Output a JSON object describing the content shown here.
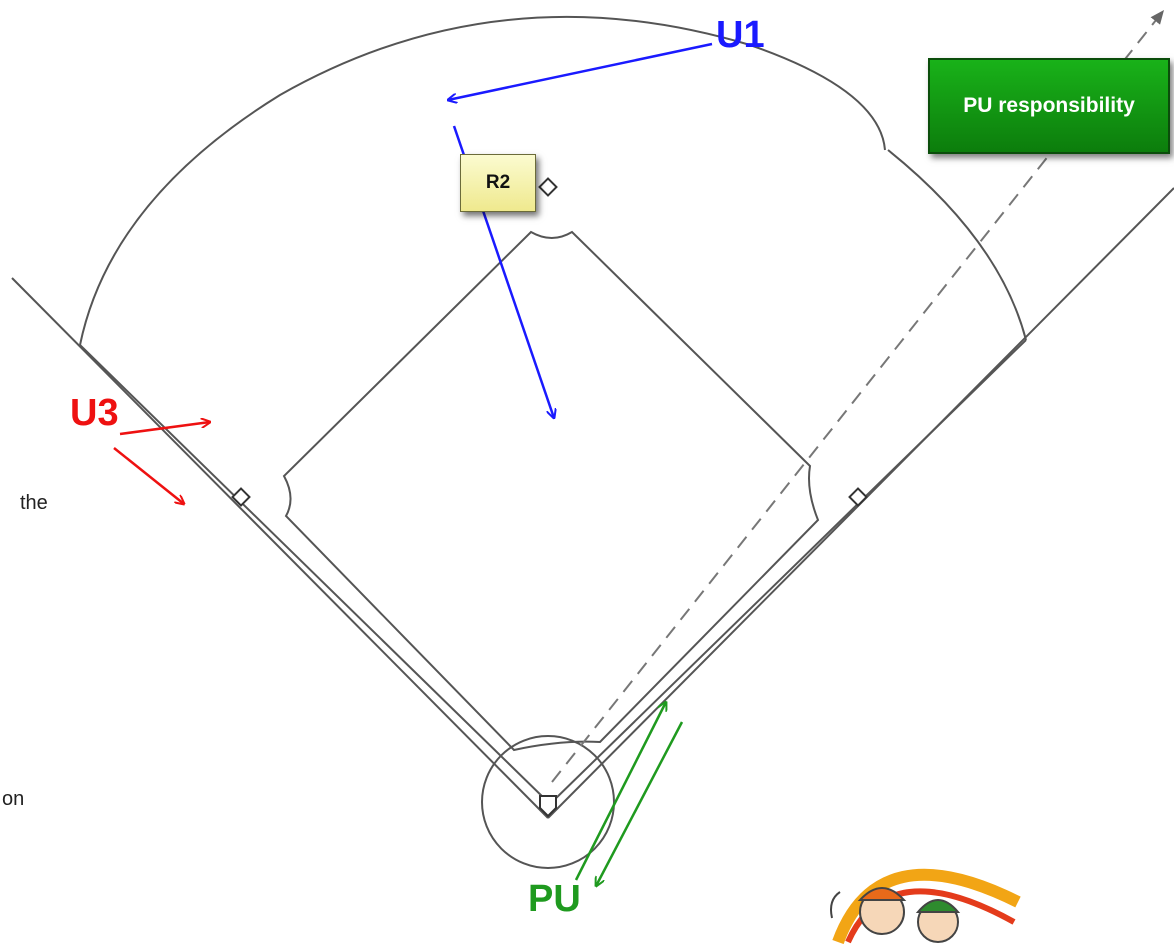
{
  "labels": {
    "u1": "U1",
    "u3": "U3",
    "pu": "PU",
    "r2": "R2",
    "pu_responsibility": "PU responsibility"
  },
  "fragments": {
    "the": "the",
    "on": "on"
  },
  "colors": {
    "u1": "#1a1aff",
    "u3": "#ee1111",
    "pu": "#1f9a1f",
    "field_lines": "#555555",
    "dashed_line": "#777777",
    "r2_box": "#f3efa6",
    "responsibility_box": "#119911"
  },
  "icons": [
    "base-marker-icon",
    "home-plate-icon",
    "umpires-logo-icon"
  ]
}
